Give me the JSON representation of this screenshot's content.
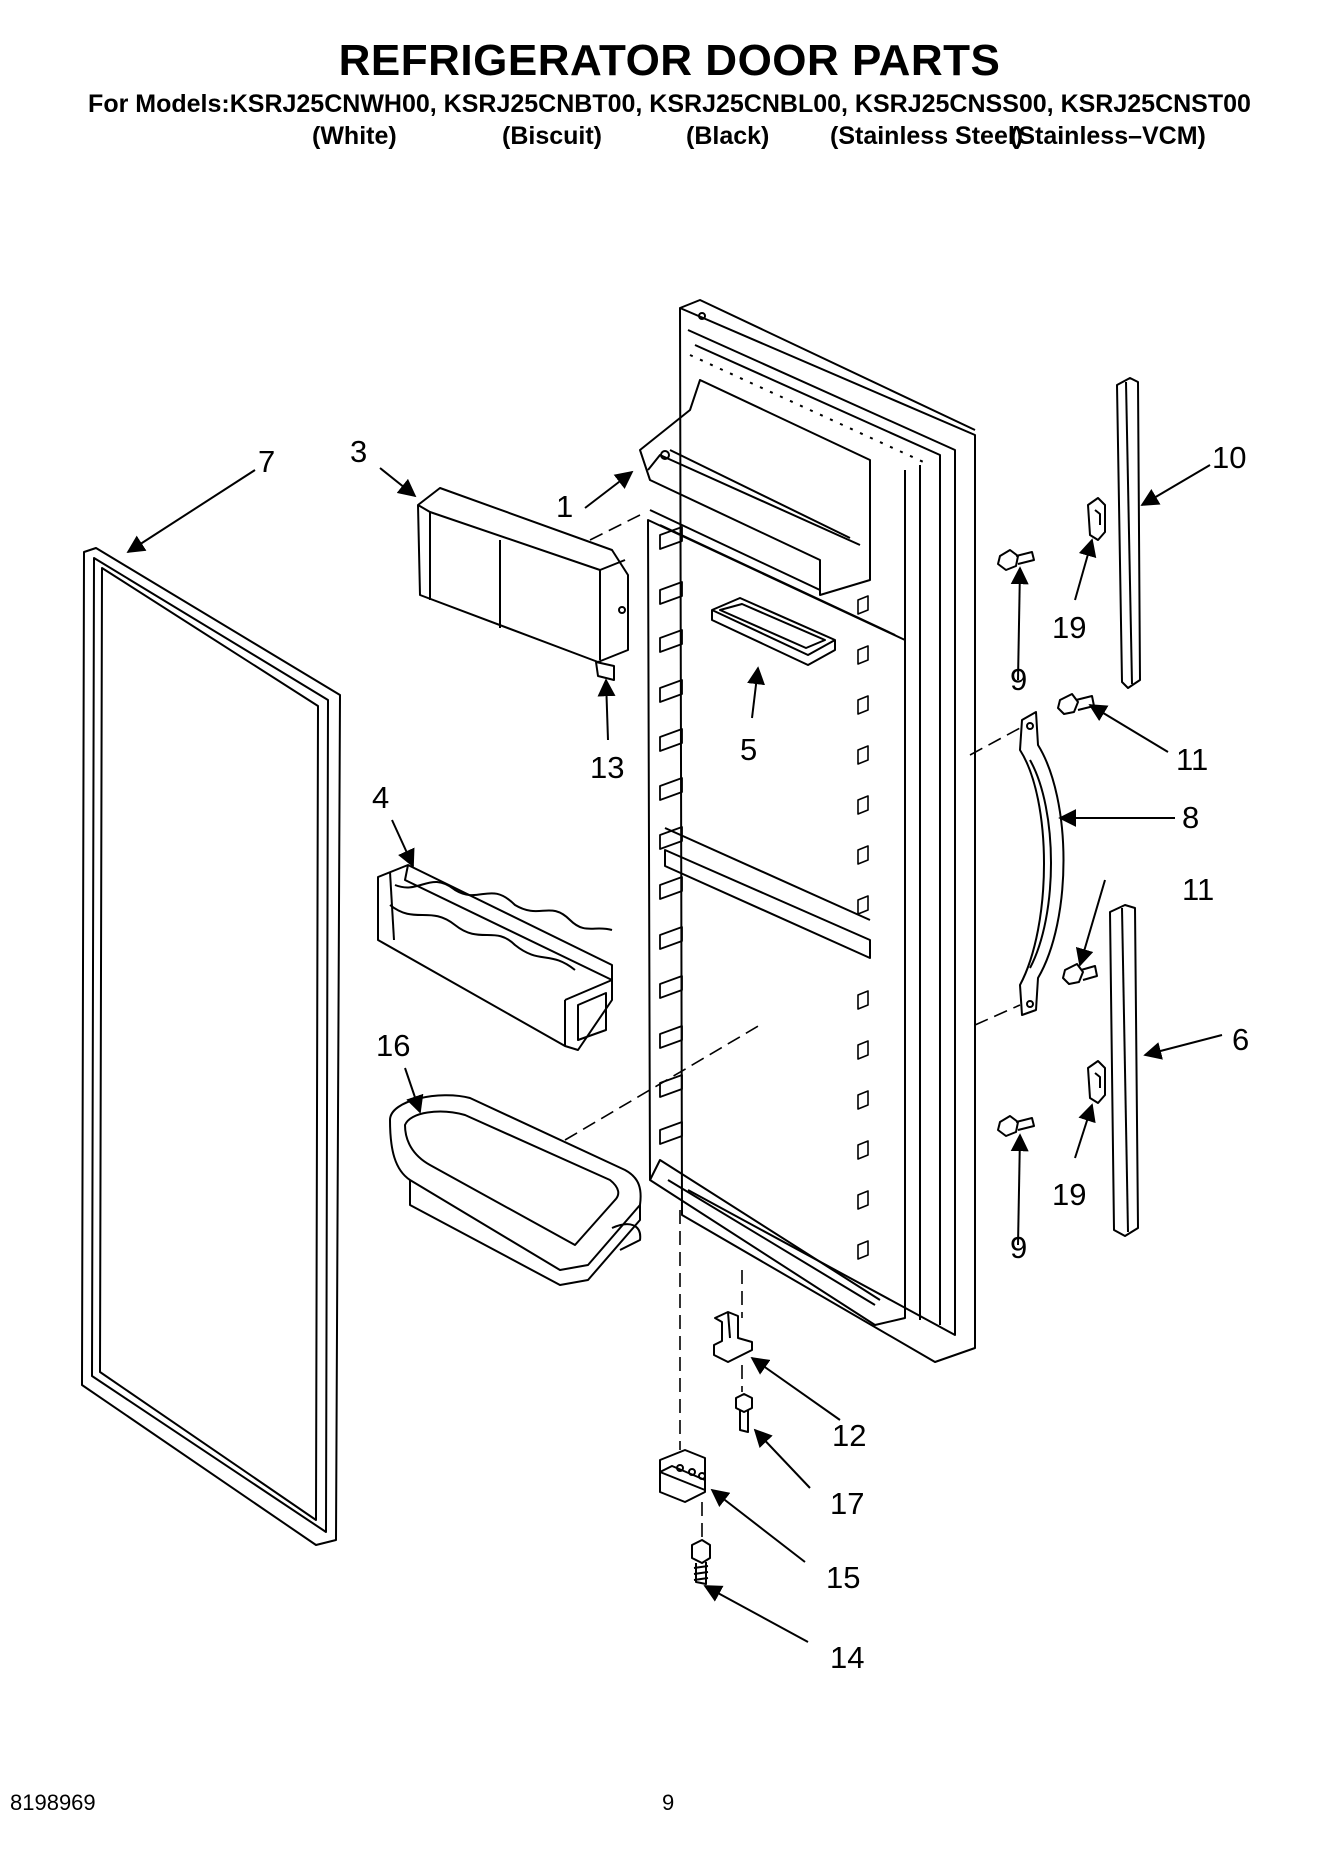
{
  "header": {
    "title": "REFRIGERATOR DOOR PARTS",
    "models_line": "For Models:KSRJ25CNWH00, KSRJ25CNBT00, KSRJ25CNBL00, KSRJ25CNSS00, KSRJ25CNST00",
    "variants": [
      "(White)",
      "(Biscuit)",
      "(Black)",
      "(Stainless Steel)",
      "(Stainless–VCM)"
    ]
  },
  "callouts": {
    "c1": "1",
    "c3": "3",
    "c4": "4",
    "c5": "5",
    "c6": "6",
    "c7": "7",
    "c8": "8",
    "c9a": "9",
    "c9b": "9",
    "c10": "10",
    "c11a": "11",
    "c11b": "11",
    "c12": "12",
    "c13": "13",
    "c14": "14",
    "c15": "15",
    "c16": "16",
    "c17": "17",
    "c19a": "19",
    "c19b": "19"
  },
  "footer": {
    "doc_number": "8198969",
    "page_number": "9"
  }
}
